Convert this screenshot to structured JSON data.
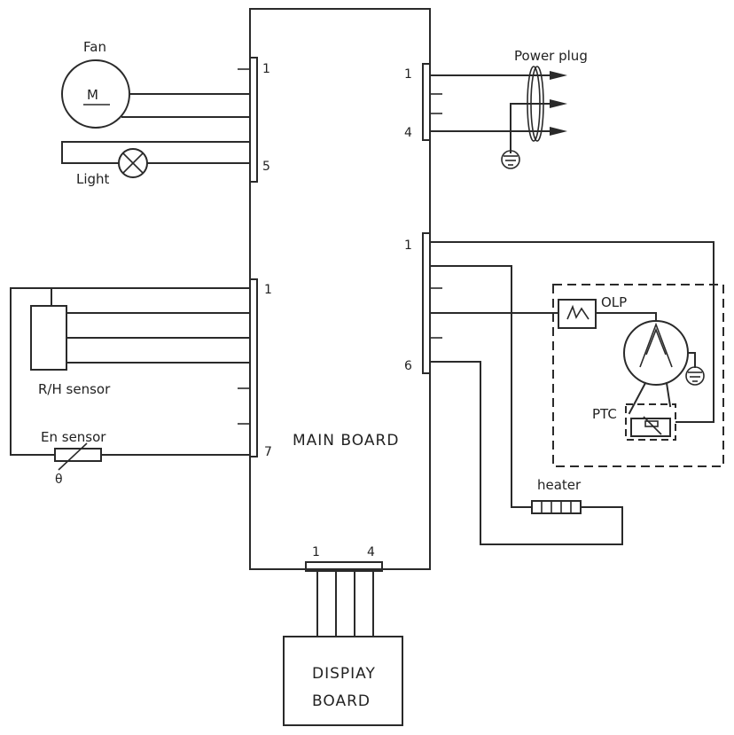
{
  "labels": {
    "fan": "Fan",
    "motor": "M",
    "light": "Light",
    "power_plug": "Power plug",
    "rh_sensor": "R/H sensor",
    "en_sensor": "En sensor",
    "theta": "θ",
    "main_board": "MAIN BOARD",
    "olp": "OLP",
    "ptc": "PTC",
    "heater": "heater",
    "display_line1": "DISPIAY",
    "display_line2": "BOARD"
  },
  "pins": {
    "fan_top": "1",
    "fan_bottom": "5",
    "power_top": "1",
    "power_bottom": "4",
    "comp_top": "1",
    "comp_bottom": "6",
    "sensor_top": "1",
    "sensor_bottom": "7",
    "display_left": "1",
    "display_right": "4"
  }
}
